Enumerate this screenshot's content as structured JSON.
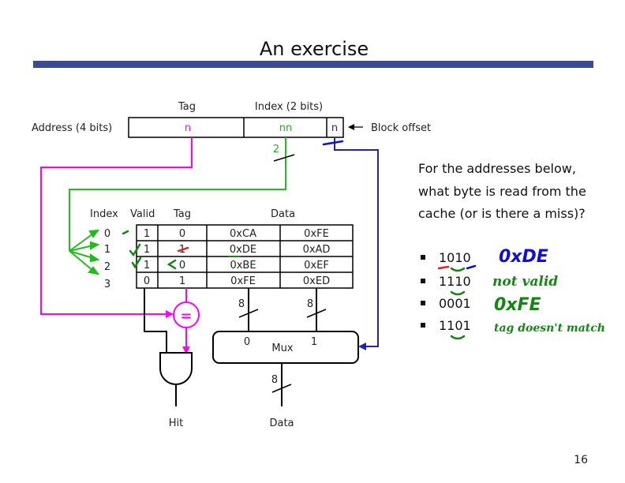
{
  "slide": {
    "title": "An exercise",
    "page_number": "16"
  },
  "address": {
    "label": "Address (4 bits)",
    "tag_header": "Tag",
    "index_header": "Index (2 bits)",
    "tag_field": "n",
    "index_field": "nn",
    "offset_field": "n",
    "offset_label": "Block offset",
    "index_width": "2"
  },
  "cache": {
    "headers": {
      "index": "Index",
      "valid": "Valid",
      "tag": "Tag",
      "data": "Data"
    },
    "index_values": [
      "0",
      "1",
      "2",
      "3"
    ],
    "rows": [
      {
        "valid": "1",
        "tag": "0",
        "data0": "0xCA",
        "data1": "0xFE"
      },
      {
        "valid": "1",
        "tag": "1",
        "data0": "0xDE",
        "data1": "0xAD"
      },
      {
        "valid": "1",
        "tag": "0",
        "data0": "0xBE",
        "data1": "0xEF"
      },
      {
        "valid": "0",
        "tag": "1",
        "data0": "0xFE",
        "data1": "0xED"
      }
    ]
  },
  "logic": {
    "comparator": "=",
    "mux_label": "Mux",
    "mux_in0": "0",
    "mux_in1": "1",
    "width_in0": "8",
    "width_in1": "8",
    "width_out": "8",
    "hit_label": "Hit",
    "data_label": "Data"
  },
  "question": {
    "lines": [
      "For the addresses below,",
      "what byte is read from the",
      "cache (or is there a miss)?"
    ],
    "addresses": [
      "1010",
      "1110",
      "0001",
      "1101"
    ],
    "answers": [
      "0xDE",
      "not valid",
      "0xFE",
      "tag doesn't match"
    ]
  },
  "colors": {
    "tag_path": "#ff00ff",
    "index_path": "#22bb22",
    "offset_path": "#2222bb",
    "annotation_red": "#dd2222",
    "annotation_green": "#118811",
    "annotation_blue": "#1111cc",
    "title_rule": "#3a4a9a"
  }
}
